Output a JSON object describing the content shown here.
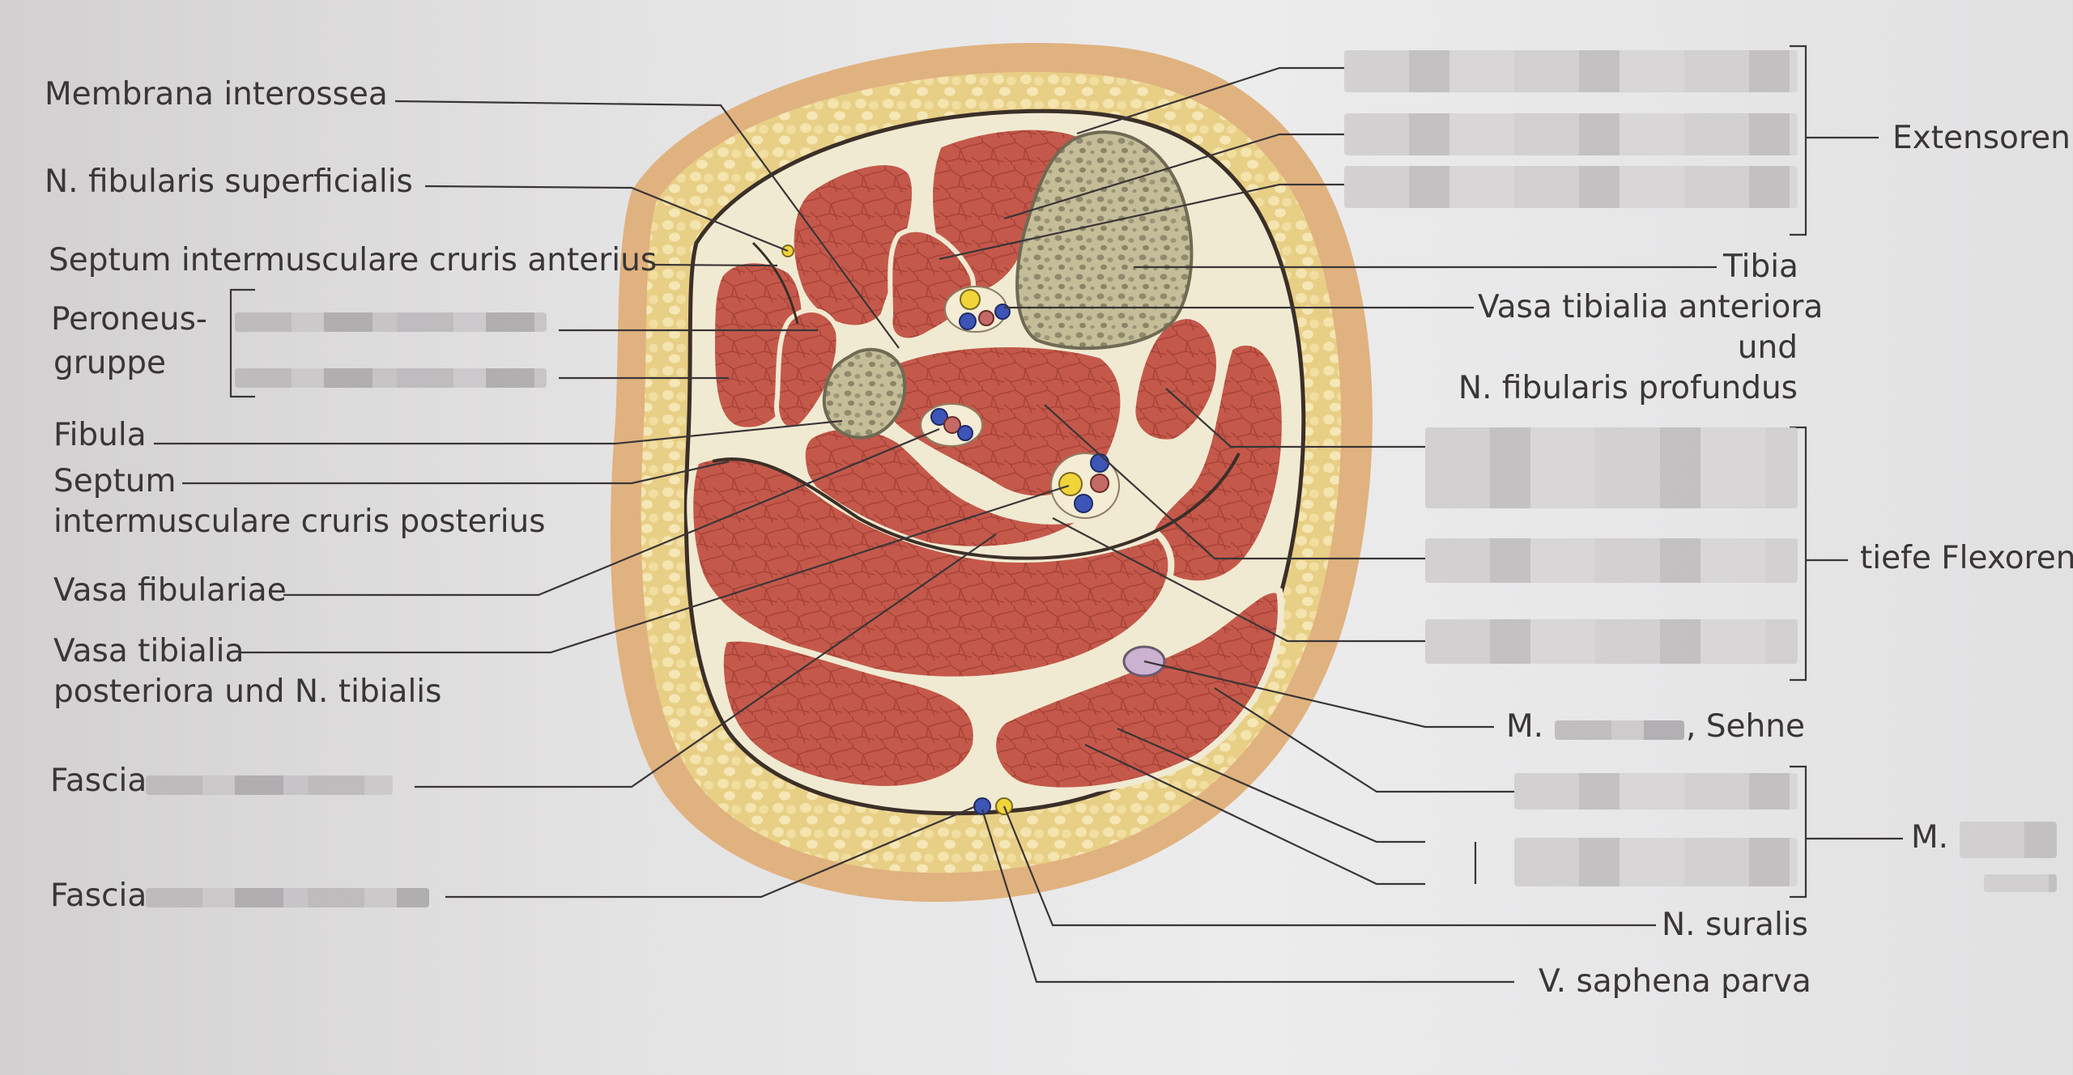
{
  "labels_left": {
    "membrana": "Membrana interossea",
    "n_fib_sup": "N. fibularis superficialis",
    "septum_ant": "Septum intermusculare cruris anterius",
    "peroneus_1": "Peroneus-",
    "peroneus_2": "gruppe",
    "fibula": "Fibula",
    "septum_post_1": "Septum",
    "septum_post_2": "intermusculare cruris posterius",
    "vasa_fib": "Vasa fibulariae",
    "vasa_tib_post_1": "Vasa tibialia",
    "vasa_tib_post_2": "posteriora und N. tibialis",
    "fascia_prof": "Fascia",
    "fascia_sup": "Fascia"
  },
  "labels_right": {
    "extensoren": "Extensoren",
    "tibia": "Tibia",
    "vasa_tib_ant_1": "Vasa tibialia anteriora",
    "vasa_tib_ant_2": "und",
    "vasa_tib_ant_3": "N. fibularis profundus",
    "tiefe_flexoren": "tiefe Flexoren",
    "m_sehne_prefix": "M.",
    "m_sehne_suffix": ", Sehne",
    "m_right": "M.",
    "n_suralis": "N. suralis",
    "v_saphena": "V. saphena parva"
  },
  "colors": {
    "skin": "#e3b885",
    "fat": "#e9d08a",
    "muscle": "#c0574a",
    "bone": "#c9c2a0",
    "septum": "#f1ead2",
    "fascia_line": "#3b2f28",
    "text": "#3a3537"
  }
}
